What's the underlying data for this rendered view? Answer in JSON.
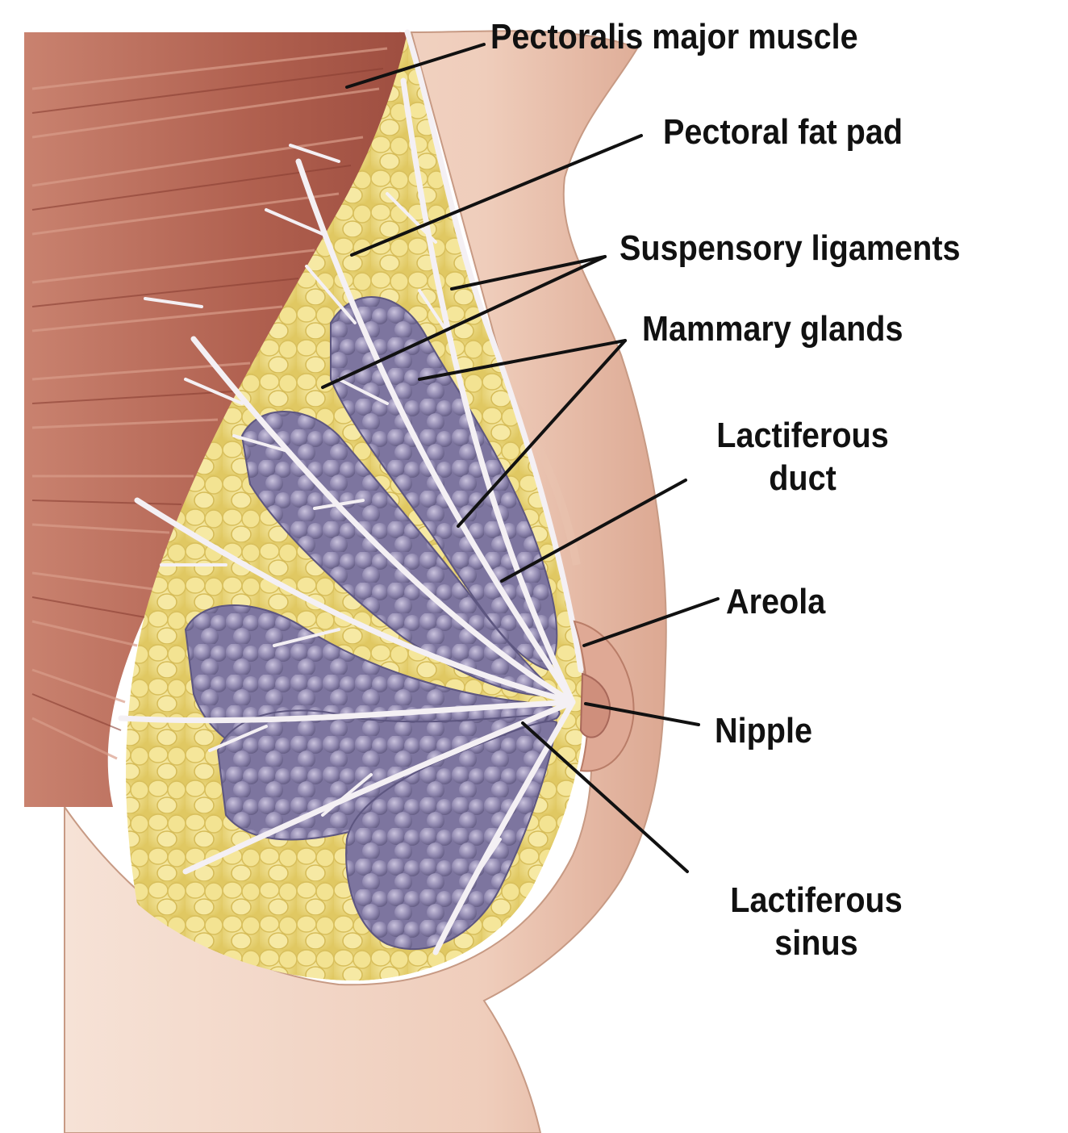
{
  "labels": {
    "pectoralis_major_muscle": "Pectoralis major muscle",
    "pectoral_fat_pad": "Pectoral fat pad",
    "suspensory_ligaments": "Suspensory ligaments",
    "mammary_glands": "Mammary glands",
    "lactiferous_duct": [
      "Lactiferous",
      "duct"
    ],
    "areola": "Areola",
    "nipple": "Nipple",
    "lactiferous_sinus": [
      "Lactiferous",
      "sinus"
    ]
  },
  "colors": {
    "muscle": "#b86a5a",
    "skin": "#f2d6c6",
    "fat": "#ead77a",
    "gland": "#8a82a8",
    "ligament": "#f4f0f4",
    "leader_line": "#111111"
  }
}
